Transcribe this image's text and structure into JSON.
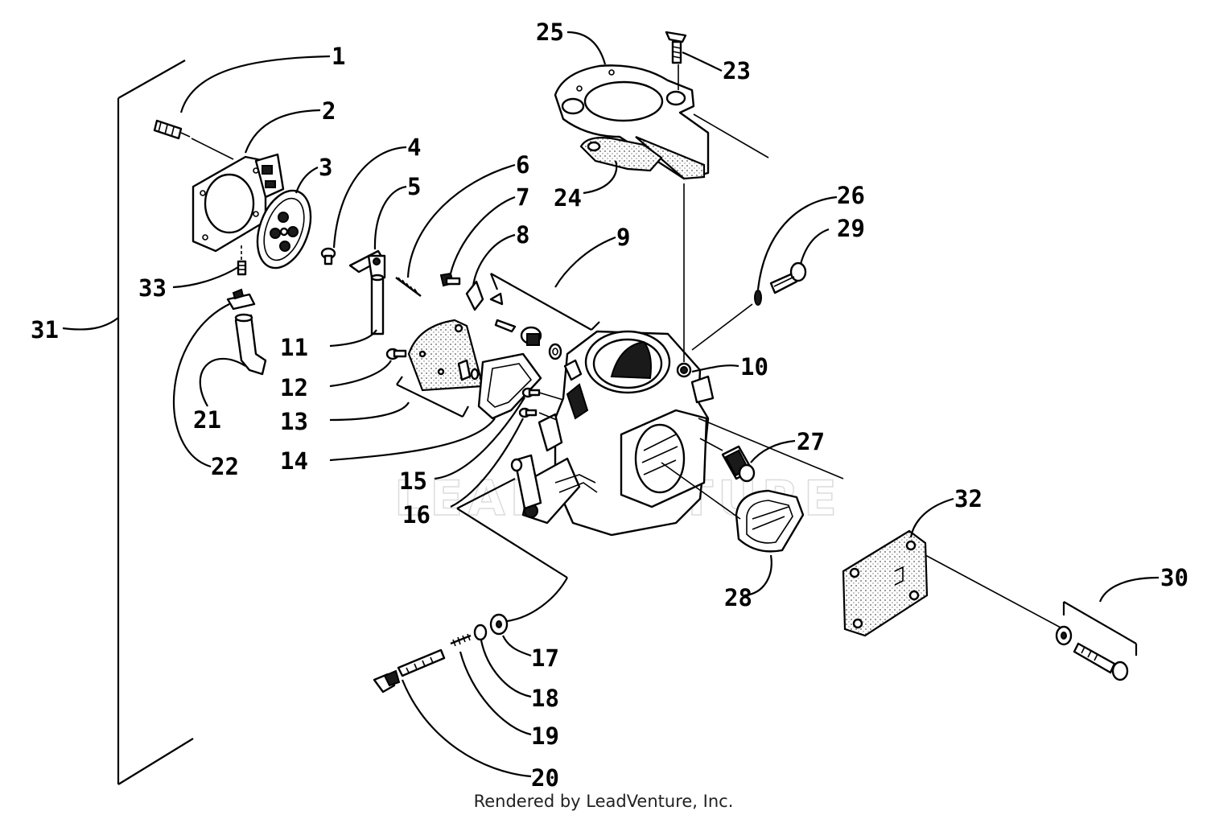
{
  "footer": "Rendered by LeadVenture, Inc.",
  "watermark": "LEADVENTURE",
  "callouts": {
    "c1": "1",
    "c2": "2",
    "c3": "3",
    "c4": "4",
    "c5": "5",
    "c6": "6",
    "c7": "7",
    "c8": "8",
    "c9": "9",
    "c10": "10",
    "c11": "11",
    "c12": "12",
    "c13": "13",
    "c14": "14",
    "c15": "15",
    "c16": "16",
    "c17": "17",
    "c18": "18",
    "c19": "19",
    "c20": "20",
    "c21": "21",
    "c22": "22",
    "c23": "23",
    "c24": "24",
    "c25": "25",
    "c26": "26",
    "c27": "27",
    "c28": "28",
    "c29": "29",
    "c30": "30",
    "c31": "31",
    "c32": "32",
    "c33": "33"
  }
}
